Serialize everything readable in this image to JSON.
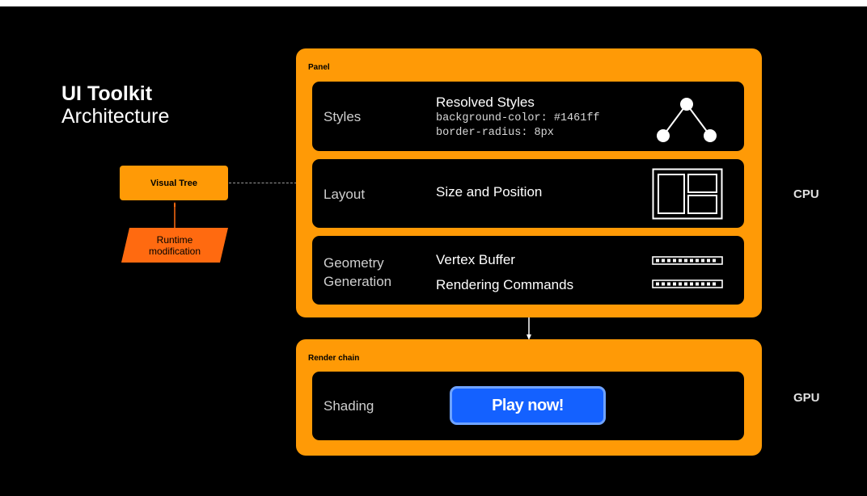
{
  "title": {
    "line1": "UI Toolkit",
    "line2": "Architecture"
  },
  "visual_tree": {
    "label": "Visual Tree"
  },
  "runtime": {
    "label_line1": "Runtime",
    "label_line2": "modification"
  },
  "panel": {
    "label": "Panel",
    "rows": [
      {
        "label": "Styles",
        "title": "Resolved Styles",
        "code_line1": "background-color: #1461ff",
        "code_line2": "border-radius: 8px",
        "icon": "tree-hierarchy-icon"
      },
      {
        "label": "Layout",
        "title": "Size and Position",
        "icon": "layout-grid-icon"
      },
      {
        "label_line1": "Geometry",
        "label_line2": "Generation",
        "title1": "Vertex Buffer",
        "title2": "Rendering Commands",
        "icon": "buffer-strip-icon"
      }
    ]
  },
  "render_chain": {
    "label": "Render chain",
    "row": {
      "label": "Shading",
      "button_label": "Play now!"
    }
  },
  "side_labels": {
    "cpu": "CPU",
    "gpu": "GPU"
  },
  "colors": {
    "accent": "#ff9a06",
    "runtime": "#ff6a10",
    "button": "#1461ff"
  }
}
